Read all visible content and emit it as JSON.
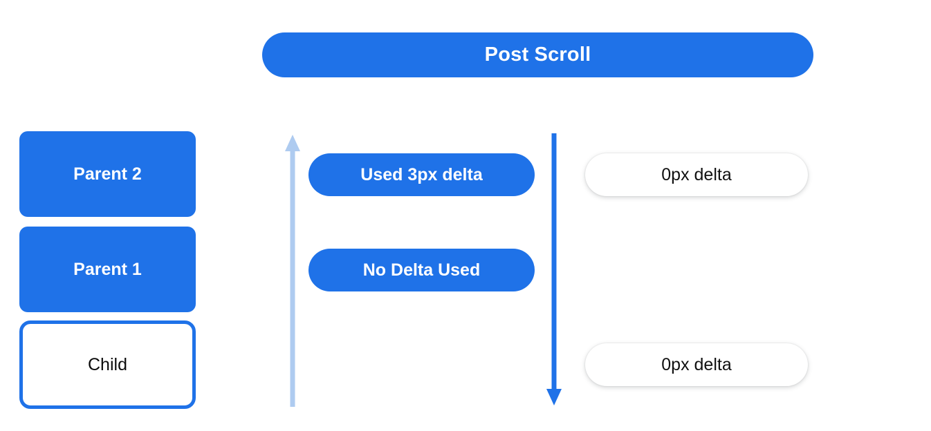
{
  "banner": {
    "title": "Post Scroll",
    "color": "#1f72e8",
    "text_color": "#ffffff"
  },
  "node_stack": {
    "nodes": [
      {
        "id": "parent2",
        "label": "Parent 2",
        "style": "filled",
        "fill": "#1f72e8",
        "text_color": "#ffffff"
      },
      {
        "id": "parent1",
        "label": "Parent 1",
        "style": "filled",
        "fill": "#1f72e8",
        "text_color": "#ffffff"
      },
      {
        "id": "child",
        "label": "Child",
        "style": "outlined",
        "fill": "#ffffff",
        "border_color": "#1f72e8",
        "text_color": "#0b0b0b"
      }
    ]
  },
  "arrows": [
    {
      "id": "scroll-up-arrow",
      "direction": "up",
      "color": "#aecbf0"
    },
    {
      "id": "scroll-down-arrow",
      "direction": "down",
      "color": "#1f72e8"
    }
  ],
  "middle_pills": [
    {
      "id": "used-delta",
      "label": "Used 3px delta",
      "fill": "#1f72e8",
      "text_color": "#ffffff"
    },
    {
      "id": "no-delta-used",
      "label": "No Delta Used",
      "fill": "#1f72e8",
      "text_color": "#ffffff"
    }
  ],
  "right_pills": [
    {
      "id": "delta-top",
      "label": "0px delta",
      "fill": "#ffffff",
      "text_color": "#111111"
    },
    {
      "id": "delta-bottom",
      "label": "0px delta",
      "fill": "#ffffff",
      "text_color": "#111111"
    }
  ]
}
